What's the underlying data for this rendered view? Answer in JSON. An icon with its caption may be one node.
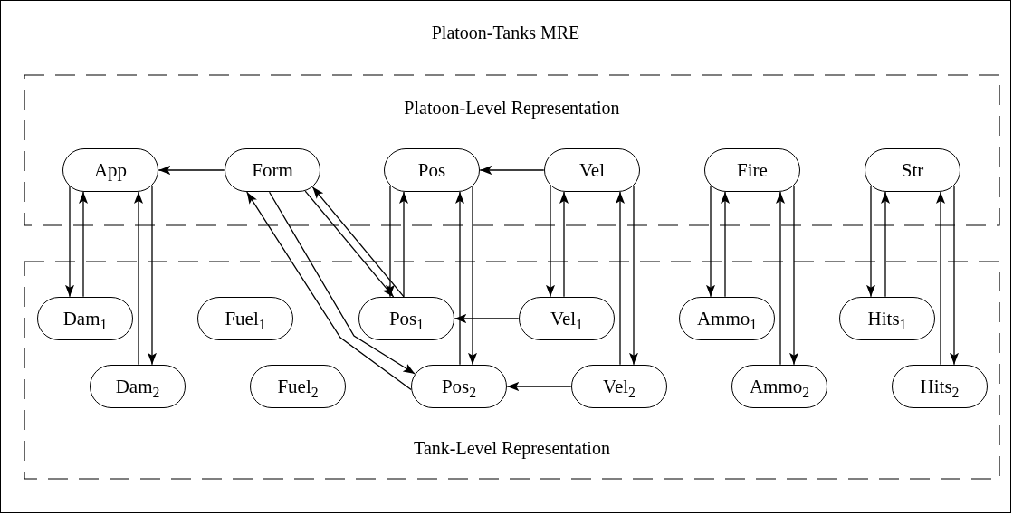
{
  "diagram": {
    "nodes": [
      {
        "text": [
          "Platoon-Tanks MRE"
        ]
      },
      {
        "text": [
          "Platoon-Level Representation"
        ],
        "in": 0
      },
      {
        "text": [
          "App"
        ],
        "in": 1
      },
      {
        "text": [
          "Form"
        ],
        "in": 1
      },
      {
        "text": [
          "Pos"
        ],
        "in": 1
      },
      {
        "text": [
          "Vel"
        ],
        "in": 1
      },
      {
        "text": [
          "Fire"
        ],
        "in": 1
      },
      {
        "text": [
          "Str"
        ],
        "in": 1
      },
      {
        "text": [
          "Tank-Level Representation"
        ],
        "in": 0
      },
      {
        "text": [
          "Dam$_{1}$"
        ],
        "in": 8
      },
      {
        "text": [
          "Fuel$_{1}$"
        ],
        "in": 8
      },
      {
        "text": [
          "Pos$_{1}$"
        ],
        "in": 8
      },
      {
        "text": [
          "Vel$_{1}$"
        ],
        "in": 8
      },
      {
        "text": [
          "Ammo$_{1}$"
        ],
        "in": 8
      },
      {
        "text": [
          "Hits$_{1}$"
        ],
        "in": 8
      },
      {
        "text": [
          "Dam$_{2}$"
        ],
        "in": 8
      },
      {
        "text": [
          "Fuel$_{2}$"
        ],
        "in": 8
      },
      {
        "text": [
          "Pos$_{2}$"
        ],
        "in": 8
      },
      {
        "text": [
          "Vel$_{2}$"
        ],
        "in": 8
      },
      {
        "text": [
          "Ammo$_{2}$"
        ],
        "in": 8
      },
      {
        "text": [
          "Hits$_{2}$"
        ],
        "in": 8
      }
    ],
    "edges": [
      {
        "from": 3,
        "to": 2,
        "arrow": "to"
      },
      {
        "from": 2,
        "to": 9,
        "arrow": "to"
      },
      {
        "from": 9,
        "to": 2,
        "arrow": "to"
      },
      {
        "from": 15,
        "to": 2,
        "arrow": "to"
      },
      {
        "from": 2,
        "to": 15,
        "arrow": "to"
      },
      {
        "from": 5,
        "to": 4,
        "arrow": "to"
      },
      {
        "from": 3,
        "to": 11,
        "arrow": "to"
      },
      {
        "from": 11,
        "to": 3,
        "arrow": "to"
      },
      {
        "from": 3,
        "to": 17,
        "arrow": "to"
      },
      {
        "from": 17,
        "to": 3,
        "arrow": "to"
      },
      {
        "from": 4,
        "to": 11,
        "arrow": "to"
      },
      {
        "from": 11,
        "to": 4,
        "arrow": "to"
      },
      {
        "from": 17,
        "to": 4,
        "arrow": "to"
      },
      {
        "from": 4,
        "to": 17,
        "arrow": "to"
      },
      {
        "from": 5,
        "to": 12,
        "arrow": "to"
      },
      {
        "from": 12,
        "to": 5,
        "arrow": "to"
      },
      {
        "from": 18,
        "to": 5,
        "arrow": "to"
      },
      {
        "from": 5,
        "to": 18,
        "arrow": "to"
      },
      {
        "from": 12,
        "to": 11,
        "arrow": "to"
      },
      {
        "from": 18,
        "to": 17,
        "arrow": "to"
      },
      {
        "from": 6,
        "to": 13,
        "arrow": "to"
      },
      {
        "from": 13,
        "to": 6,
        "arrow": "to"
      },
      {
        "from": 19,
        "to": 6,
        "arrow": "to"
      },
      {
        "from": 6,
        "to": 19,
        "arrow": "to"
      },
      {
        "from": 7,
        "to": 14,
        "arrow": "to"
      },
      {
        "from": 14,
        "to": 7,
        "arrow": "to"
      },
      {
        "from": 20,
        "to": 7,
        "arrow": "to"
      },
      {
        "from": 7,
        "to": 20,
        "arrow": "to"
      }
    ]
  }
}
